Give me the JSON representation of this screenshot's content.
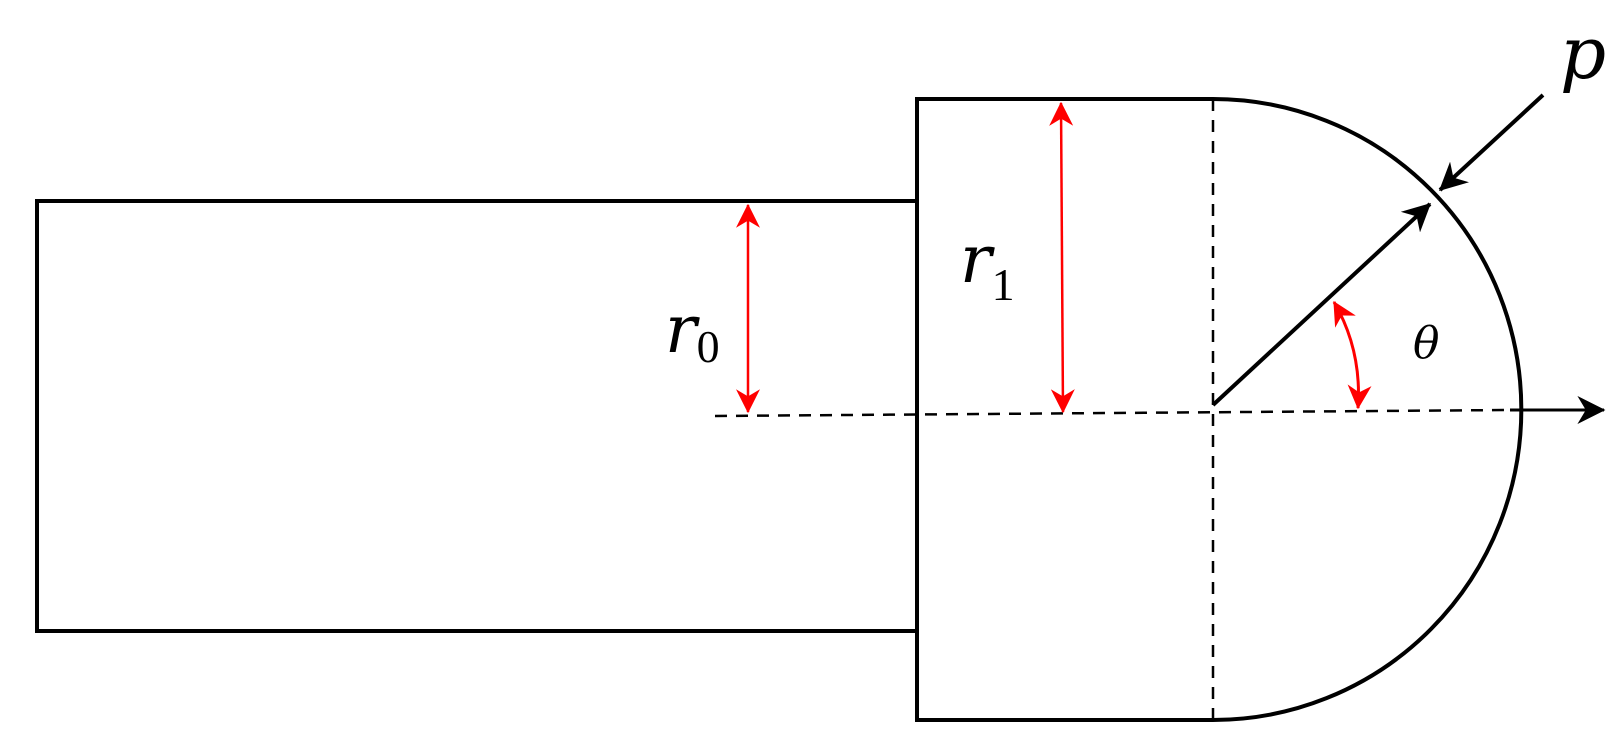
{
  "labels": {
    "r0": {
      "symbol": "r",
      "subscript": "0"
    },
    "r1": {
      "symbol": "r",
      "subscript": "1"
    },
    "theta": "θ",
    "p": "p"
  },
  "colors": {
    "outline": "#000000",
    "dimension": "#ff0000",
    "background": "#ffffff"
  }
}
